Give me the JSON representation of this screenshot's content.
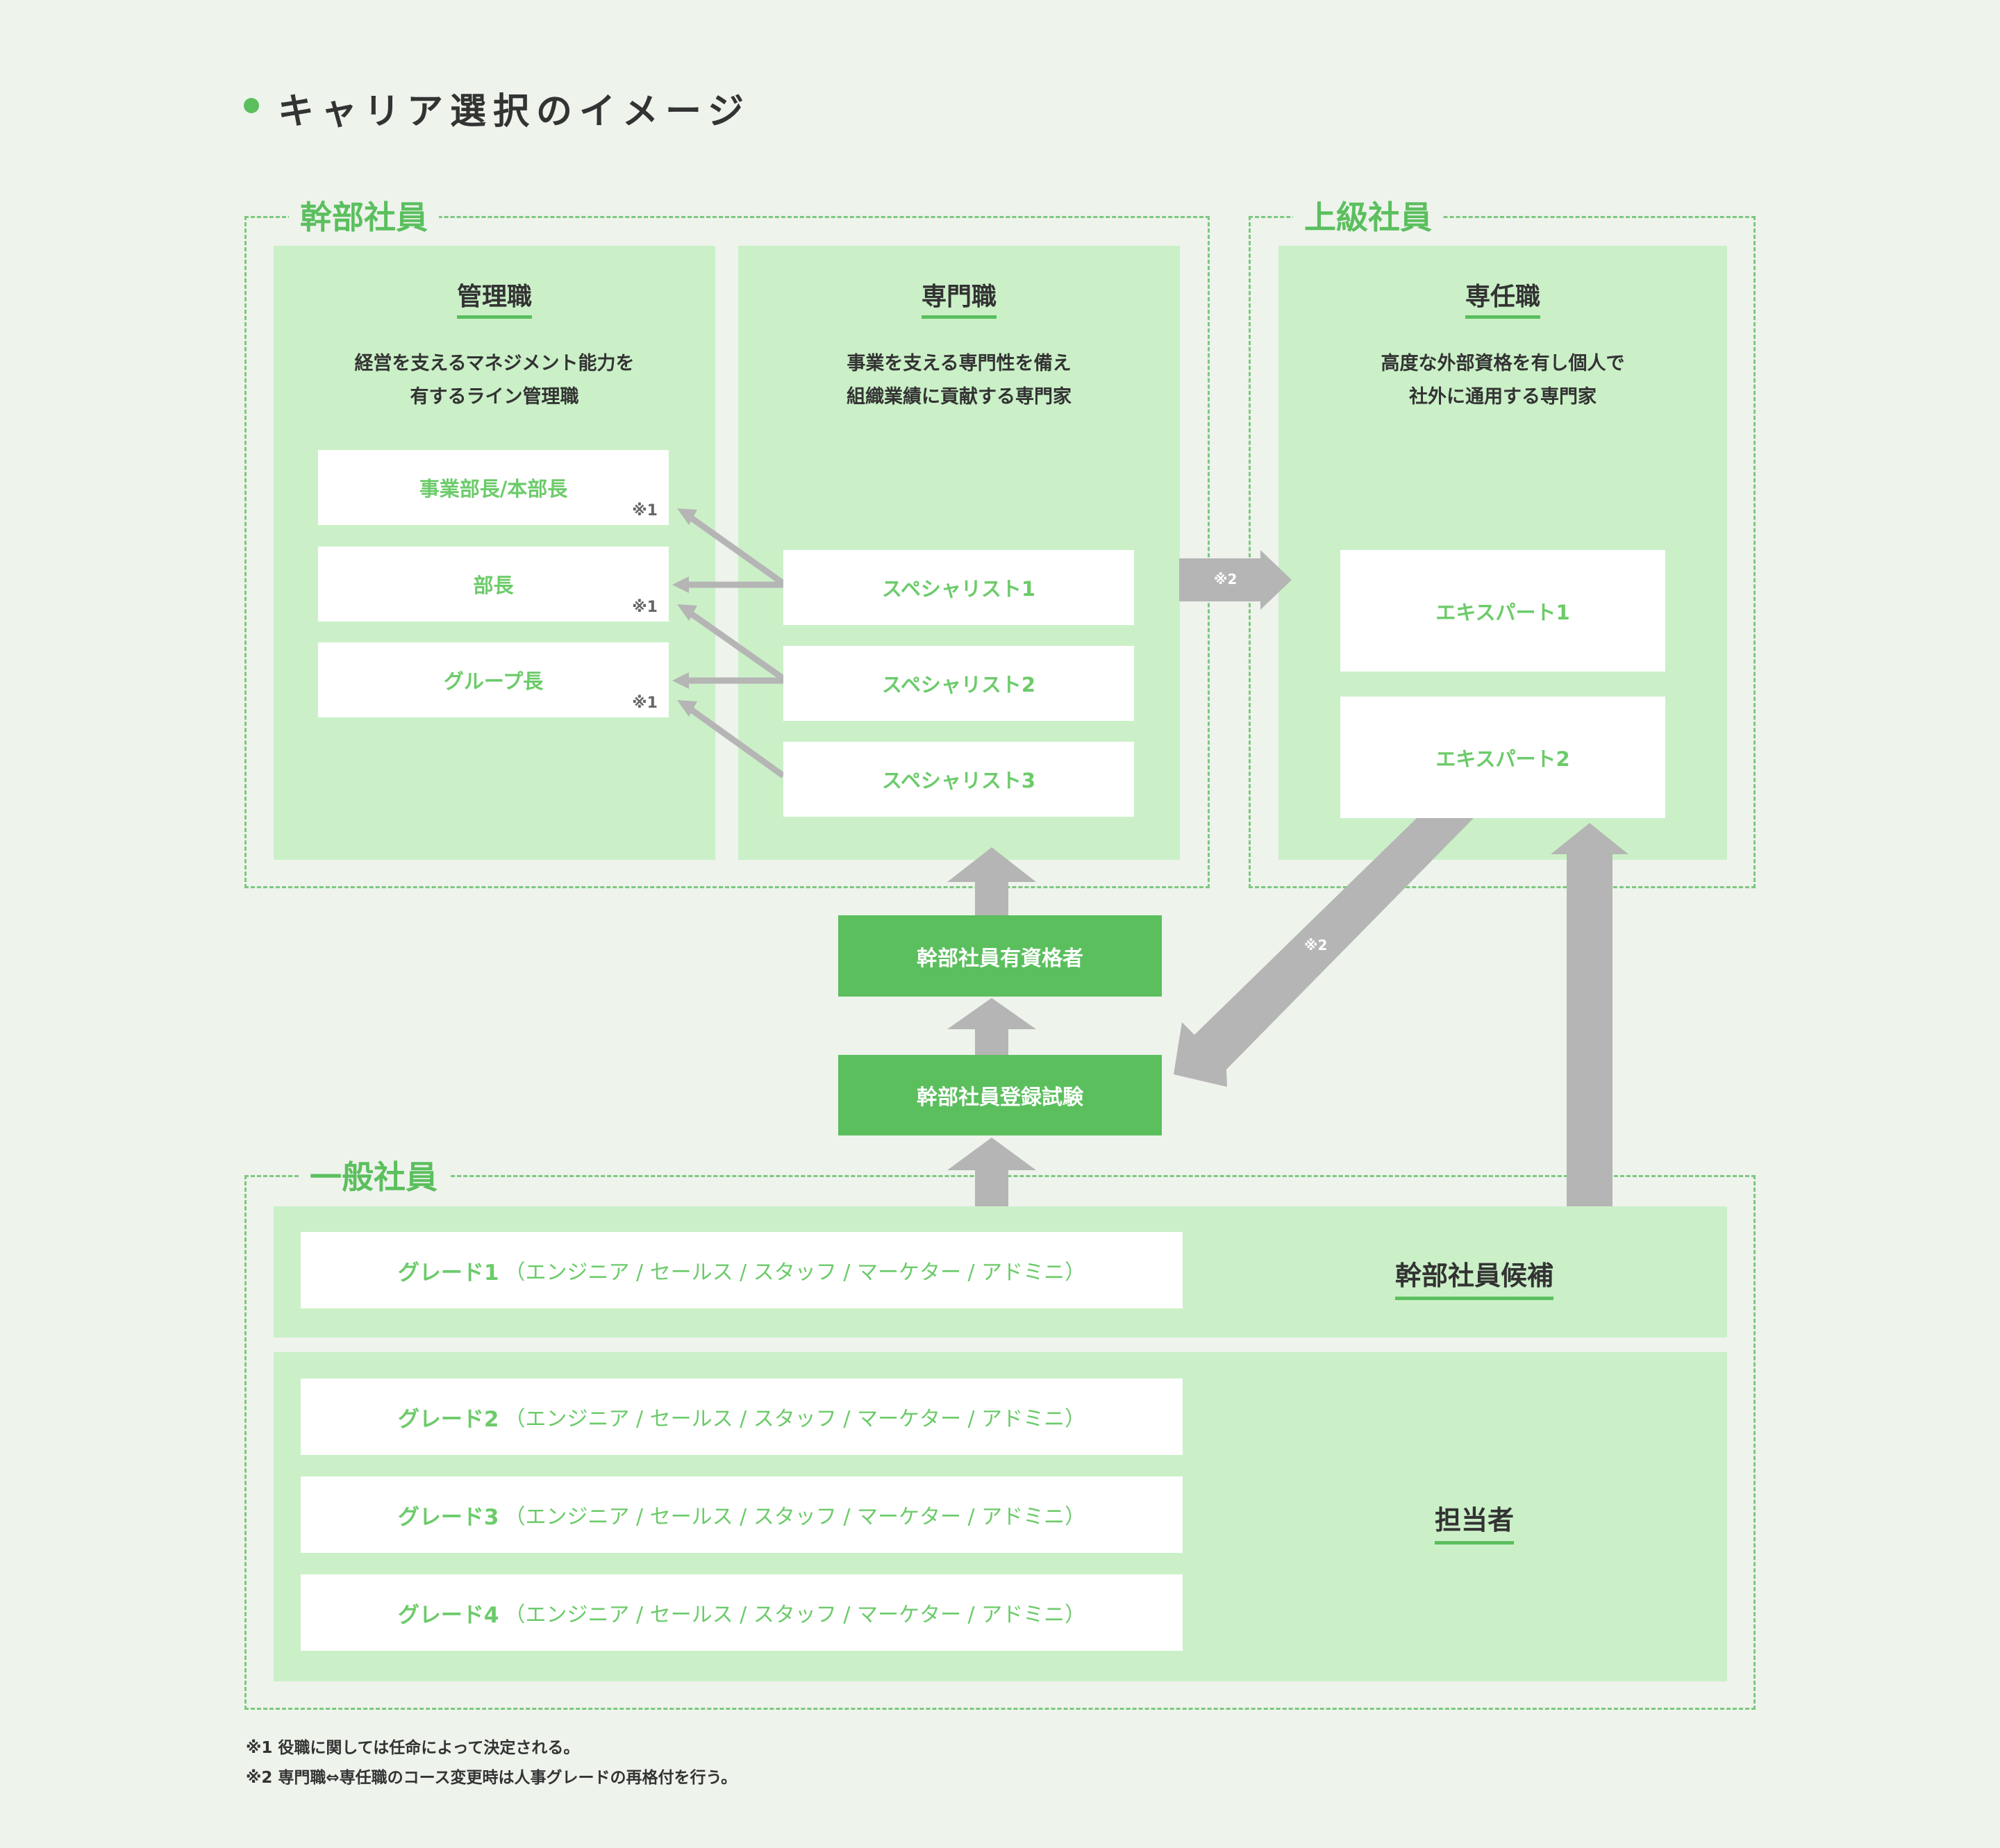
{
  "page_title": "キャリア選択のイメージ",
  "groups": {
    "executive": "幹部社員",
    "senior": "上級社員",
    "general": "一般社員"
  },
  "panels": {
    "management": {
      "title": "管理職",
      "desc_line1": "経営を支えるマネジメント能力を",
      "desc_line2": "有するライン管理職",
      "cards": [
        {
          "label": "事業部長/本部長",
          "note": "※1"
        },
        {
          "label": "部長",
          "note": "※1"
        },
        {
          "label": "グループ長",
          "note": "※1"
        }
      ]
    },
    "specialist": {
      "title": "専門職",
      "desc_line1": "事業を支える専門性を備え",
      "desc_line2": "組織業績に貢献する専門家",
      "cards": [
        {
          "label": "スペシャリスト1"
        },
        {
          "label": "スペシャリスト2"
        },
        {
          "label": "スペシャリスト3"
        }
      ]
    },
    "expert": {
      "title": "専任職",
      "desc_line1": "高度な外部資格を有し個人で",
      "desc_line2": "社外に通用する専門家",
      "cards": [
        {
          "label": "エキスパート1"
        },
        {
          "label": "エキスパート2"
        }
      ]
    }
  },
  "flow": {
    "qualified": "幹部社員有資格者",
    "exam": "幹部社員登録試験",
    "arrow_note_right": "※2",
    "arrow_note_diag": "※2"
  },
  "grades": {
    "candidate_title": "幹部社員候補",
    "staff_title": "担当者",
    "roles": "（エンジニア / セールス / スタッフ / マーケター / アドミニ）",
    "items": [
      {
        "name": "グレード1"
      },
      {
        "name": "グレード2"
      },
      {
        "name": "グレード3"
      },
      {
        "name": "グレード4"
      }
    ]
  },
  "footnotes": [
    "※1 役職に関しては任命によって決定される。",
    "※2 専門職⇔専任職のコース変更時は人事グレードの再格付を行う。"
  ],
  "colors": {
    "accent": "#5bbf5e",
    "panel": "#cbf0c8",
    "arrow": "#b5b5b5",
    "background": "#eef3ec"
  }
}
